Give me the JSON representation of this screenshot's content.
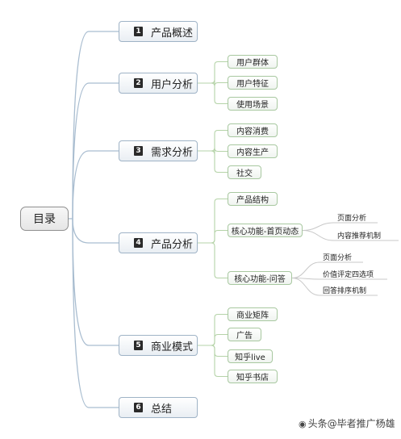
{
  "root": {
    "label": "目录"
  },
  "sections": [
    {
      "num": "1",
      "label": "产品概述",
      "children": []
    },
    {
      "num": "2",
      "label": "用户分析",
      "children": [
        {
          "label": "用户群体",
          "children": []
        },
        {
          "label": "用户特征",
          "children": []
        },
        {
          "label": "使用场景",
          "children": []
        }
      ]
    },
    {
      "num": "3",
      "label": "需求分析",
      "children": [
        {
          "label": "内容消费",
          "children": []
        },
        {
          "label": "内容生产",
          "children": []
        },
        {
          "label": "社交",
          "children": []
        }
      ]
    },
    {
      "num": "4",
      "label": "产品分析",
      "children": [
        {
          "label": "产品结构",
          "children": []
        },
        {
          "label": "核心功能-首页动态",
          "children": [
            "页面分析",
            "内容推荐机制"
          ]
        },
        {
          "label": "核心功能-问答",
          "children": [
            "页面分析",
            "价值评定四选项",
            "回答排序机制"
          ]
        }
      ]
    },
    {
      "num": "5",
      "label": "商业模式",
      "children": [
        {
          "label": "商业矩阵",
          "children": []
        },
        {
          "label": "广告",
          "children": []
        },
        {
          "label": "知乎live",
          "children": []
        },
        {
          "label": "知乎书店",
          "children": []
        }
      ]
    },
    {
      "num": "6",
      "label": "总结",
      "children": []
    }
  ],
  "watermark": {
    "icon": "wechat-icon",
    "text": "头条@毕者推广杨雄"
  },
  "colors": {
    "l1_line": "#a9bdd0",
    "l2_line": "#b5d3a8",
    "l3_line": "#c8c8c8"
  }
}
